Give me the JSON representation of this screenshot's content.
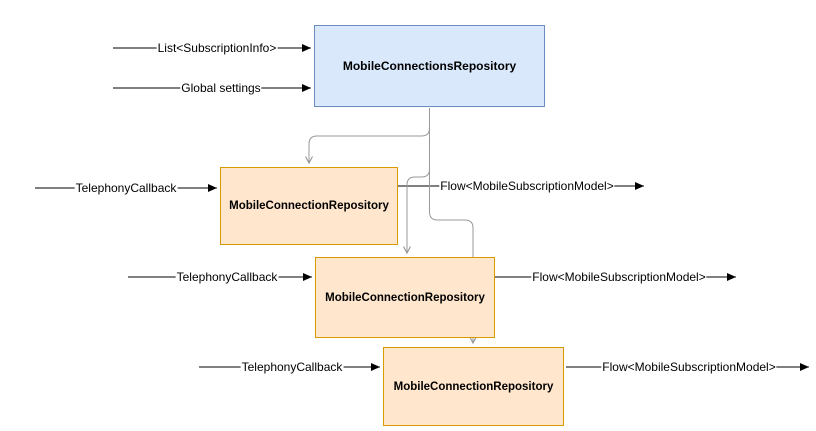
{
  "colors": {
    "primary_fill": "#dae8fc",
    "primary_stroke": "#6c8ebf",
    "secondary_fill": "#ffe6cc",
    "secondary_stroke": "#d79b00",
    "connector": "#999999",
    "arrow": "#000000",
    "background": "#ffffff",
    "text": "#000000"
  },
  "nodes": {
    "main": {
      "label": "MobileConnectionsRepository"
    },
    "repos": [
      {
        "label": "MobileConnectionRepository"
      },
      {
        "label": "MobileConnectionRepository"
      },
      {
        "label": "MobileConnectionRepository"
      }
    ]
  },
  "edges": {
    "inputs": [
      {
        "label": "List<SubscriptionInfo>"
      },
      {
        "label": "Global settings"
      },
      {
        "label": "TelephonyCallback"
      },
      {
        "label": "TelephonyCallback"
      },
      {
        "label": "TelephonyCallback"
      }
    ],
    "outputs": [
      {
        "label": "Flow<MobileSubscriptionModel>"
      },
      {
        "label": "Flow<MobileSubscriptionModel>"
      },
      {
        "label": "Flow<MobileSubscriptionModel>"
      }
    ]
  }
}
